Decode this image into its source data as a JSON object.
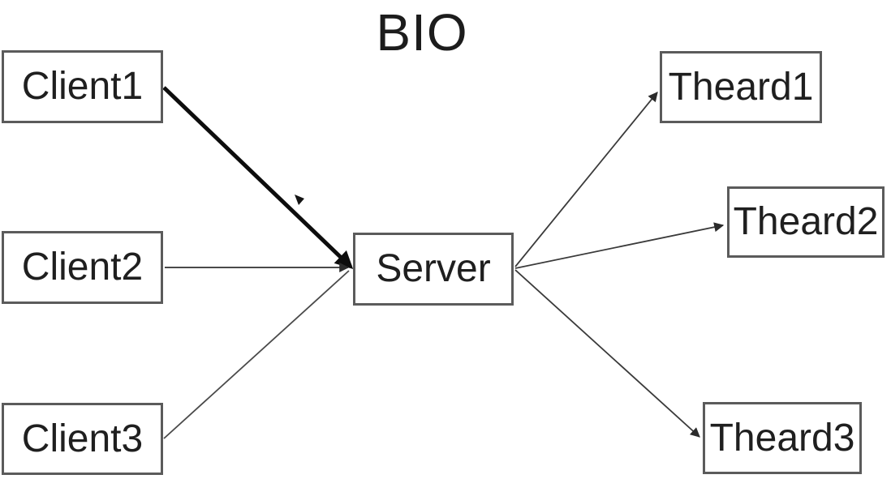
{
  "title": "BIO",
  "nodes": {
    "client1": {
      "label": "Client1"
    },
    "client2": {
      "label": "Client2"
    },
    "client3": {
      "label": "Client3"
    },
    "server": {
      "label": "Server"
    },
    "theard1": {
      "label": "Theard1"
    },
    "theard2": {
      "label": "Theard2"
    },
    "theard3": {
      "label": "Theard3"
    }
  },
  "edges": [
    {
      "from": "Client1",
      "to": "Server",
      "style": "bold",
      "arrow": "end"
    },
    {
      "from": "Client2",
      "to": "Server",
      "style": "thin",
      "arrow": "end"
    },
    {
      "from": "Client3",
      "to": "Server",
      "style": "thin",
      "arrow": "end"
    },
    {
      "from": "Server",
      "to": "Theard1",
      "style": "thin",
      "arrow": "end"
    },
    {
      "from": "Server",
      "to": "Theard2",
      "style": "thin",
      "arrow": "end"
    },
    {
      "from": "Server",
      "to": "Theard3",
      "style": "thin",
      "arrow": "end"
    }
  ],
  "colors": {
    "background": "#ffffff",
    "box_border": "#5b5b5b",
    "text": "#1f1f1f",
    "thin_line": "#3a3a3a",
    "bold_line": "#0d0d0d"
  }
}
